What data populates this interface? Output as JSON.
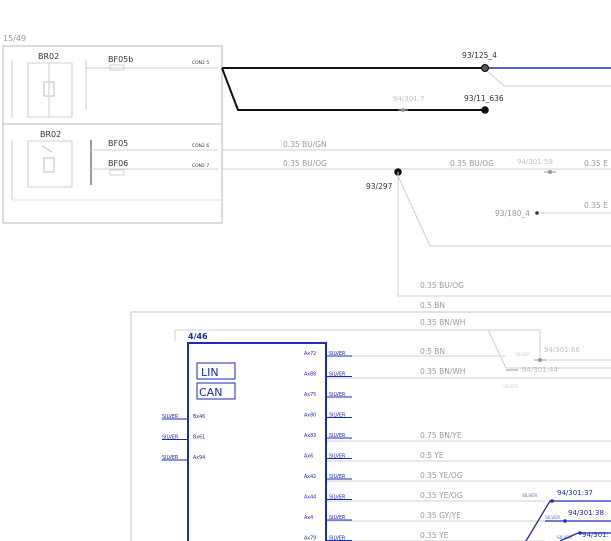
{
  "page": {
    "label": "15/49"
  },
  "colors": {
    "wire_black": "#111111",
    "wire_grey": "#cfcfcf",
    "wire_blue": "#1a2bb8",
    "text_grey": "#9a9a9a",
    "box_grey": "#b8b8b8"
  },
  "top_module": {
    "relay_a": "BR02",
    "relay_b": "BR02",
    "fuse_1": "BF05b",
    "fuse_2": "BF05",
    "fuse_3": "BF06",
    "pin_1": "CON2 5",
    "pin_2": "CON2 6",
    "pin_3": "CON2 7"
  },
  "splices": {
    "s1": "93/125_4",
    "s2": "94/301:7",
    "s3": "93/11_636",
    "s4": "93/297",
    "s5": "94/301:59",
    "s6": "93/180_4",
    "s7": "94/301:66",
    "s8": "94/301:44",
    "s9": "94/301:37",
    "s10": "94/301:38",
    "s11": "94/301:"
  },
  "wires": {
    "w1": "0.35  BU/GN",
    "w2": "0.35  BU/OG",
    "w3": "0.35  BU/OG",
    "w4": "0.35  E",
    "w5": "0.35  E",
    "v1": "0.35  BU/OG",
    "v2": "0.5  BN",
    "v3": "0.35  BN/WH",
    "r1": "0.5  BN",
    "r2": "0.35  BN/WH",
    "r3": "0.75  BN/YE",
    "r4": "0.5  YE",
    "r5": "0.35  YE/OG",
    "r6": "0.35  YE/OG",
    "r7": "0.35  GY/YE",
    "r8": "0.35  YE"
  },
  "module": {
    "id": "4/46",
    "lin": "LIN",
    "can": "CAN",
    "pins_right": [
      "Ax72",
      "Ax88",
      "Ax75",
      "Ax80",
      "Ax83",
      "Ax6",
      "Ax42",
      "Ax44",
      "Ax4",
      "Ax79"
    ],
    "pins_left": [
      "Bx46",
      "Bx61",
      "Ax94"
    ],
    "silver": "SILVER"
  }
}
